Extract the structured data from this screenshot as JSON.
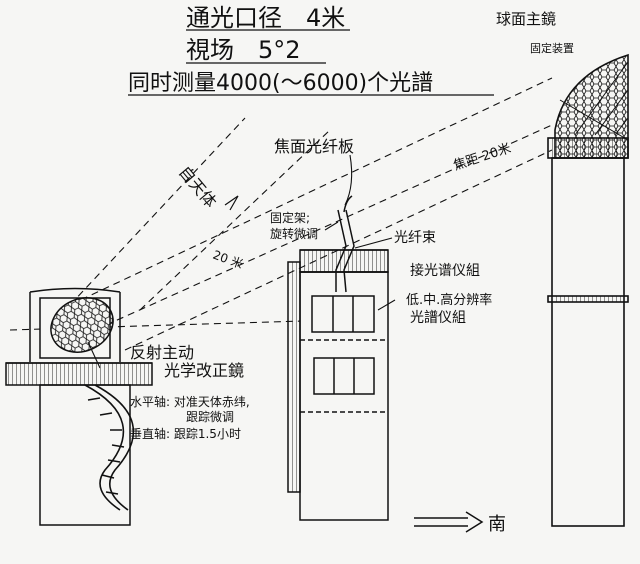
{
  "header": {
    "line1": "通光口径　4米",
    "line2": "視场　5°2",
    "line3": "同时测量4000(～6000)个光譜"
  },
  "labels": {
    "spherical_mirror": "球面主鏡",
    "fixed_mount": "固定装置",
    "focal_plane_board": "焦面光纤板",
    "focal_distance": "焦距 20米",
    "celestial_object": "自天体",
    "fixed_frame": "固定架;",
    "rotation_fine_tune": "旋转微调",
    "fiber_bundle": "光纤束",
    "spectrograph_group": "接光谱仪組",
    "resolution_levels": "低.中.高分辨率",
    "spectrograph_set": "光譜仪組",
    "distance_20m": "20 米",
    "reflective_corrector_1": "反射主动",
    "reflective_corrector_2": "光学改正鏡",
    "horizontal_axis_1": "水平轴: 对准天体赤纬,",
    "horizontal_axis_2": "跟踪微调",
    "vertical_axis": "垂直轴: 跟踪1.5小时",
    "south": "南"
  },
  "colors": {
    "ink": "#111111",
    "paper": "#f6f6f4"
  }
}
